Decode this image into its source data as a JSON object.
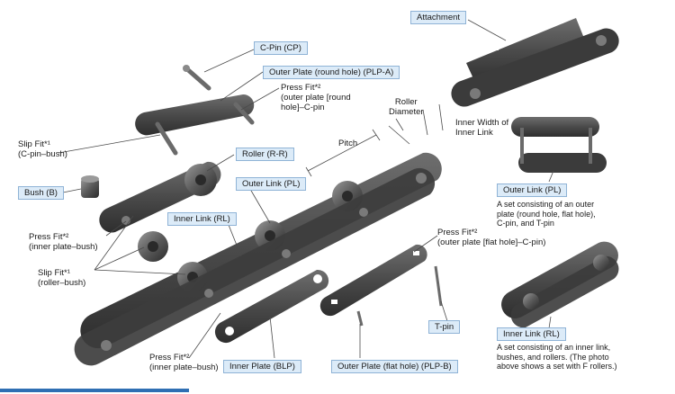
{
  "colors": {
    "label_bg": "#dcebf8",
    "label_border": "#8fb3d6",
    "steel_dark": "#3b3b3b",
    "steel_mid": "#5a5a5a",
    "steel_light": "#8a8a8a",
    "leader": "#4a4a4a",
    "accent": "#2f6fb3"
  },
  "labels": {
    "attachment": "Attachment",
    "c_pin": "C-Pin (CP)",
    "outer_plate_round": "Outer Plate (round hole) (PLP-A)",
    "press_fit_outer_round": "Press Fit*²\n(outer plate [round\nhole]–C-pin",
    "roller_diameter": "Roller\nDiameter",
    "inner_width": "Inner Width of\nInner Link",
    "pitch": "Pitch",
    "slip_fit_cpin_bush": "Slip Fit*¹\n(C-pin–bush)",
    "roller": "Roller (R-R)",
    "outer_link_center": "Outer Link (PL)",
    "bush": "Bush (B)",
    "press_fit_inner_bush": "Press Fit*²\n(inner plate–bush)",
    "inner_link_center": "Inner Link (RL)",
    "slip_fit_roller_bush": "Slip Fit*¹\n(roller–bush)",
    "press_fit_flat_hole": "Press Fit*²\n(outer plate [flat hole]–C-pin)",
    "t_pin": "T-pin",
    "press_fit_inner_bush_bottom": "Press Fit*²\n(inner plate–bush)",
    "inner_plate": "Inner Plate (BLP)",
    "outer_plate_flat": "Outer Plate (flat hole) (PLP-B)",
    "outer_link_right": "Outer Link (PL)",
    "outer_link_desc": "A set consisting of an outer\nplate (round hole, flat hole),\nC-pin, and T-pin",
    "inner_link_right": "Inner Link (RL)",
    "inner_link_desc": "A set consisting of an inner link,\nbushes, and rollers. (The photo\nabove shows a set with F rollers.)"
  }
}
